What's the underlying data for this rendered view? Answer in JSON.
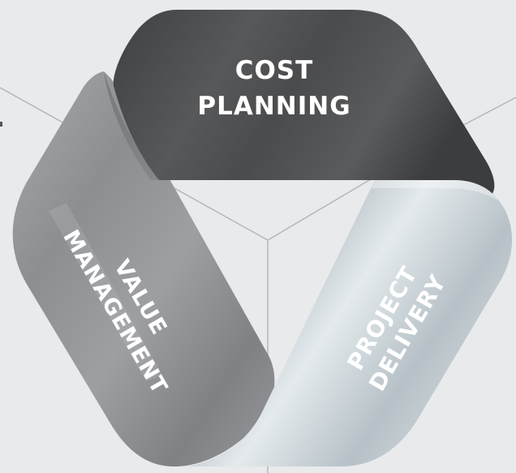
{
  "diagram": {
    "bands": [
      {
        "id": "cost-planning",
        "lines": [
          "COST",
          "PLANNING"
        ]
      },
      {
        "id": "value-management",
        "lines": [
          "VALUE",
          "MANAGEMENT"
        ]
      },
      {
        "id": "project-delivery",
        "lines": [
          "PROJECT",
          "DELIVERY"
        ]
      }
    ]
  },
  "colors": {
    "background": "#e9eaec",
    "cost_planning": "#4b4c4e",
    "value_management": "#8f9194",
    "project_delivery": "#bcc6cc",
    "connector_lines": "#b4b6b9",
    "label_text": "#ffffff"
  }
}
